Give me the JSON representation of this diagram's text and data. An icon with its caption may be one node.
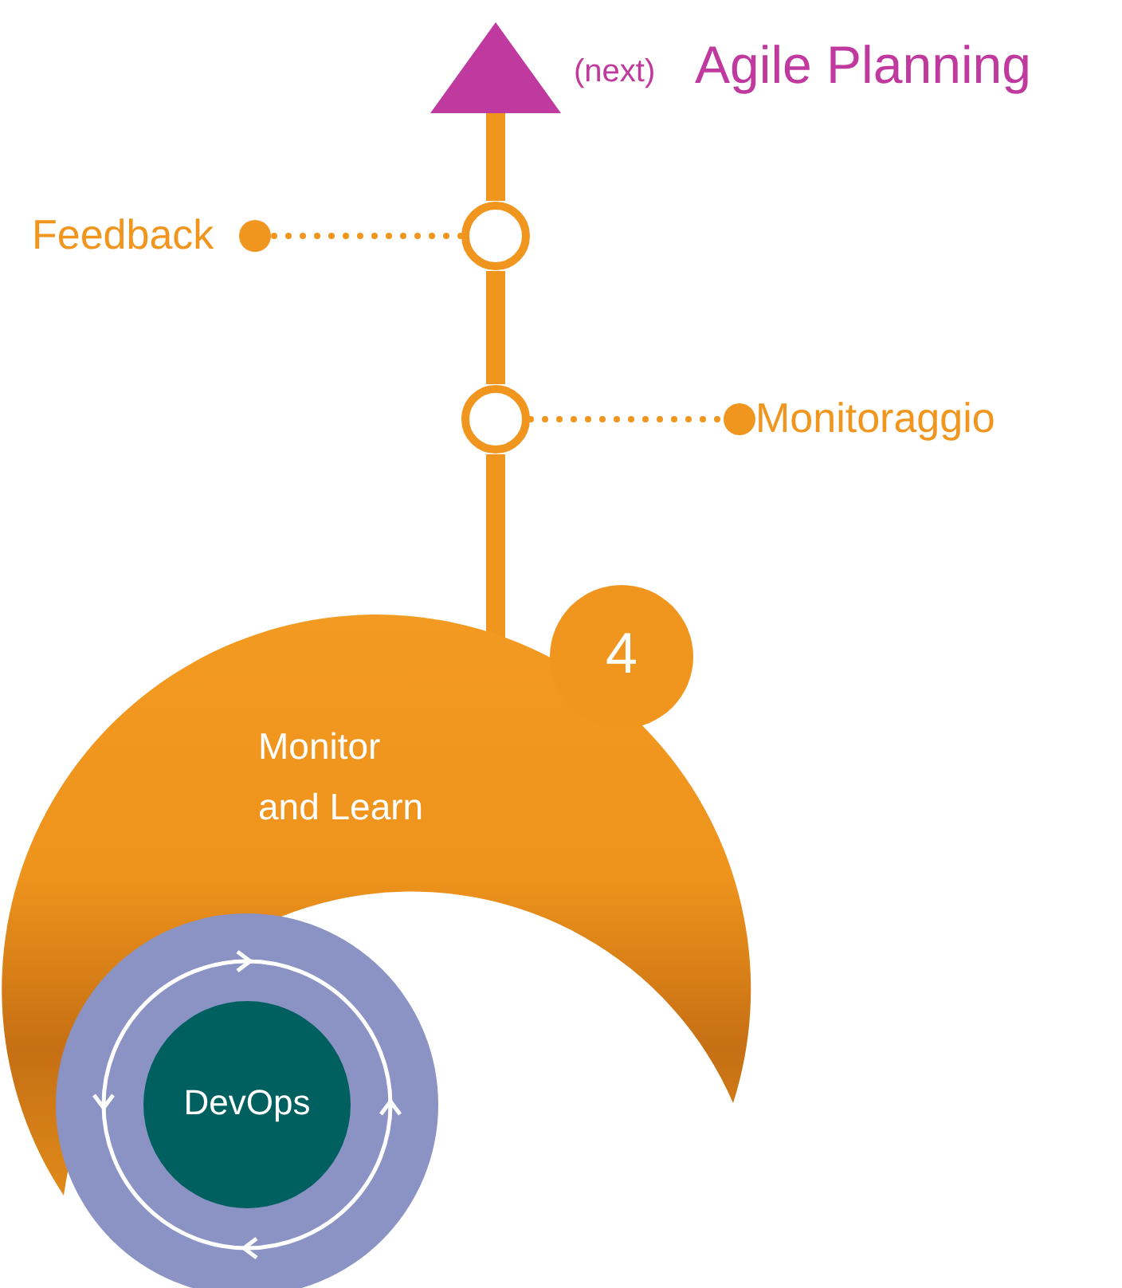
{
  "diagram": {
    "nodes": [
      {
        "text": [],
        "shape": "triangle",
        "beside": [
          "(next)",
          "Agile Planning"
        ]
      },
      {
        "text": [
          "Feedback"
        ]
      },
      {
        "text": [],
        "shape": "circle"
      },
      {
        "text": [],
        "shape": "circle"
      },
      {
        "text": [
          "Monitoraggio"
        ]
      },
      {
        "text": [
          "Monitor and Learn"
        ]
      },
      {
        "text": [
          "4"
        ]
      },
      {
        "text": [
          "DevOps"
        ]
      }
    ],
    "edges": [
      {
        "from": 5,
        "to": 3,
        "arrow": "none"
      },
      {
        "from": 3,
        "to": 2,
        "arrow": "none"
      },
      {
        "from": 2,
        "to": 0,
        "arrow": "none"
      },
      {
        "from": 2,
        "to": 1,
        "arrow": "other",
        "style": "dashed"
      },
      {
        "from": 3,
        "to": 4,
        "arrow": "other",
        "style": "dashed"
      }
    ]
  }
}
